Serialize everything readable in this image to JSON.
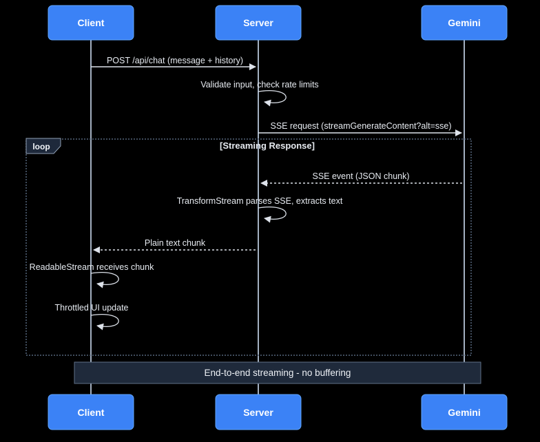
{
  "diagram": {
    "type": "sequence-diagram",
    "actors": [
      {
        "name": "Client"
      },
      {
        "name": "Server"
      },
      {
        "name": "Gemini"
      }
    ],
    "messages": [
      {
        "text": "POST /api/chat (message + history)",
        "from": "Client",
        "to": "Server",
        "style": "solid"
      },
      {
        "text": "Validate input, check rate limits",
        "from": "Server",
        "to": "Server",
        "style": "self"
      },
      {
        "text": "SSE request (streamGenerateContent?alt=sse)",
        "from": "Server",
        "to": "Gemini",
        "style": "solid"
      },
      {
        "text": "SSE event (JSON chunk)",
        "from": "Gemini",
        "to": "Server",
        "style": "dashed"
      },
      {
        "text": "TransformStream parses SSE, extracts text",
        "from": "Server",
        "to": "Server",
        "style": "self"
      },
      {
        "text": "Plain text chunk",
        "from": "Server",
        "to": "Client",
        "style": "dashed"
      },
      {
        "text": "ReadableStream receives chunk",
        "from": "Client",
        "to": "Client",
        "style": "self"
      },
      {
        "text": "Throttled UI update",
        "from": "Client",
        "to": "Client",
        "style": "self"
      }
    ],
    "loop": {
      "keyword": "loop",
      "guard": "[Streaming Response]"
    },
    "note": {
      "text": "End-to-end streaming - no buffering",
      "span": "Client to Gemini"
    },
    "colors": {
      "background": "#000000",
      "actor_fill": "#3b82f6",
      "actor_border": "#60a5fa",
      "actor_text": "#ffffff",
      "lifeline": "#a4b1c2",
      "message_text": "#e7ebf1",
      "arrow": "#dde2ea",
      "loop_border": "#56677e",
      "loop_label_fill": "#1e293b",
      "note_fill": "#1f2a3b",
      "note_border": "#5f7187"
    }
  }
}
